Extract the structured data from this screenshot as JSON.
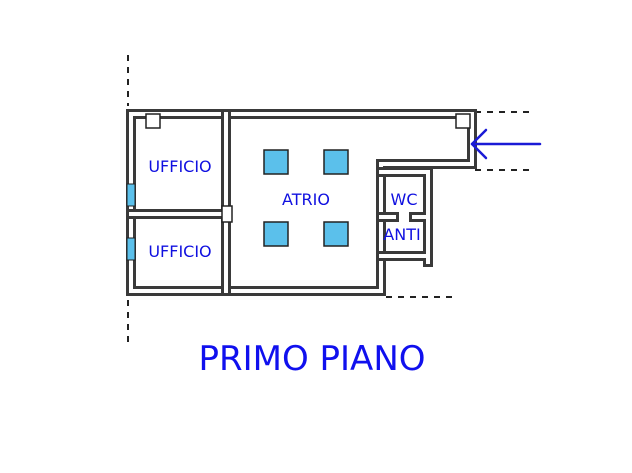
{
  "rooms": {
    "office_top": "UFFICIO",
    "office_bottom": "UFFICIO",
    "lobby": "ATRIO",
    "wc": "WC",
    "antibagno": "ANTI"
  },
  "title": "PRIMO PIANO",
  "colors": {
    "walls": "#3a3a3a",
    "columns": "#5bc0eb",
    "text": "#1010e0",
    "arrow": "#1a1ad6"
  }
}
